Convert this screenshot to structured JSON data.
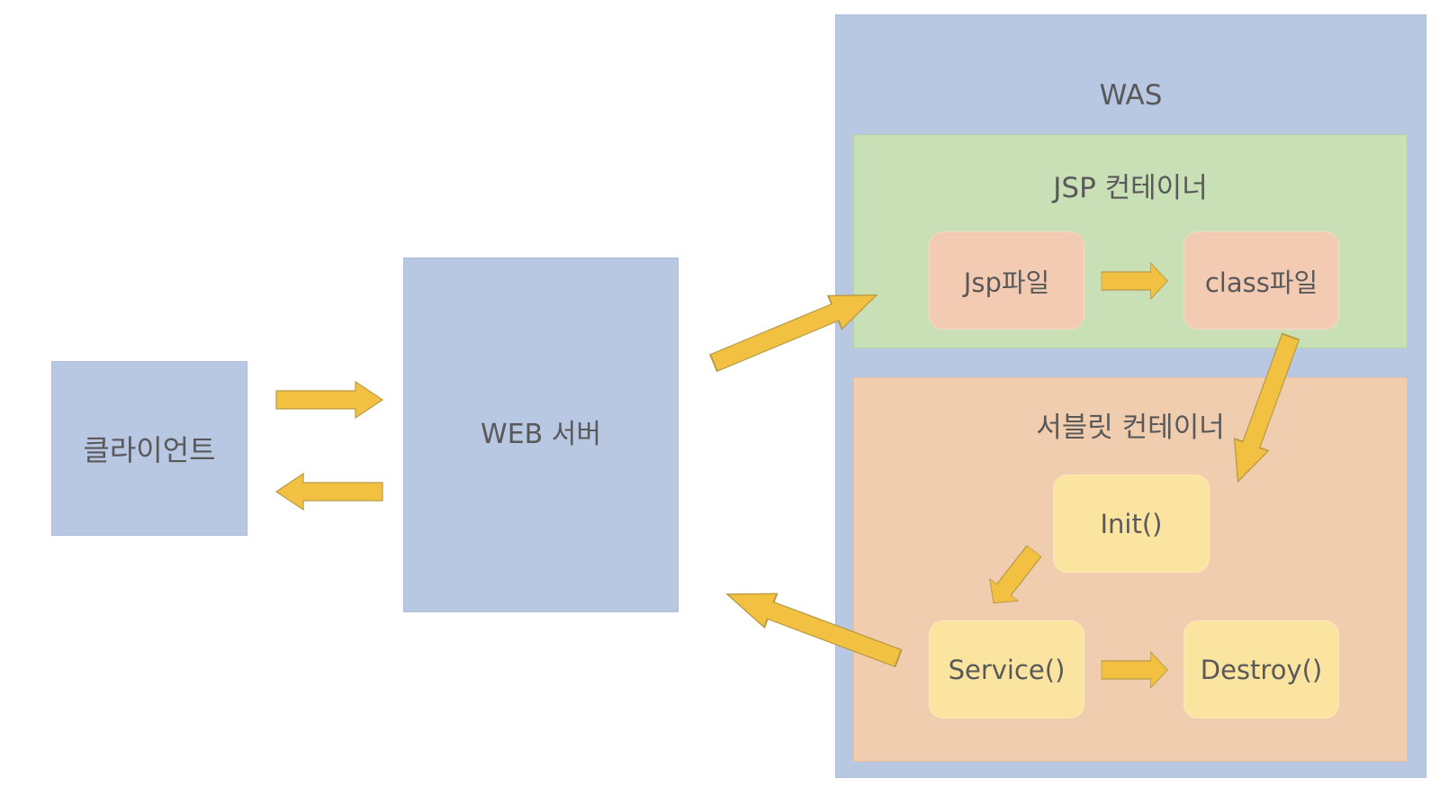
{
  "diagram": {
    "client": "클라이언트",
    "web_server": "WEB 서버",
    "was": "WAS",
    "jsp_container": "JSP 컨테이너",
    "servlet_container": "서블릿 컨테이너",
    "jsp_file": "Jsp파일",
    "class_file": "class파일",
    "init": "Init()",
    "service": "Service()",
    "destroy": "Destroy()"
  },
  "colors": {
    "outer_blue": "#b8c7e2",
    "jsp_green": "#c9dfb6",
    "servlet_peach": "#f1cdb0",
    "file_salmon": "#f2cbb2",
    "method_yellow": "#fbe3a0",
    "arrow_yellow": "#f2c141",
    "text_gray": "#595959"
  }
}
